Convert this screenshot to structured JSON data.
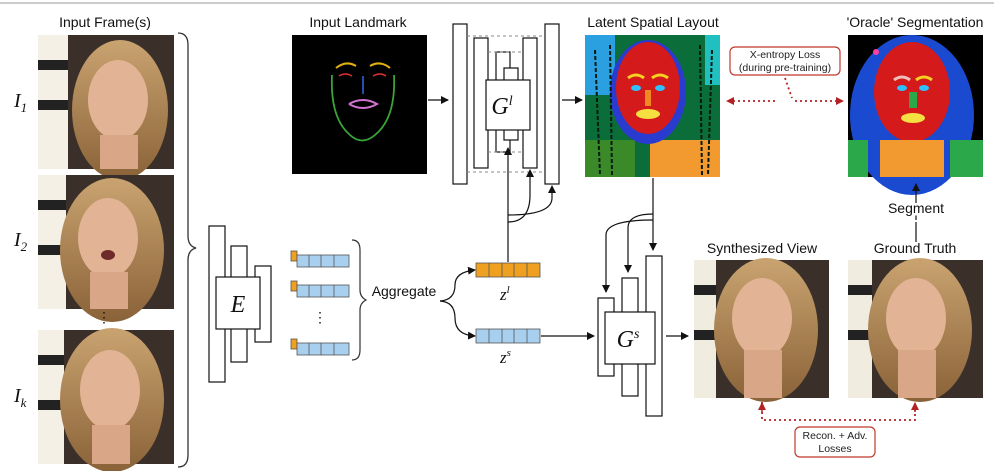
{
  "labels": {
    "input_frames": "Input Frame(s)",
    "input_landmark": "Input Landmark",
    "latent_layout": "Latent Spatial Layout",
    "oracle_seg": "'Oracle' Segmentation",
    "synth_view": "Synthesized View",
    "ground_truth": "Ground Truth",
    "aggregate": "Aggregate",
    "segment": "Segment",
    "dots": "⋮"
  },
  "frames": [
    {
      "sym": "I",
      "sub": "1"
    },
    {
      "sym": "I",
      "sub": "2"
    },
    {
      "sym": "I",
      "sub": "k"
    }
  ],
  "networks": {
    "encoder": "E",
    "layout_gen": {
      "sym": "G",
      "sup": "l"
    },
    "image_gen": {
      "sym": "G",
      "sup": "s"
    }
  },
  "codes": {
    "layout": {
      "sym": "z",
      "sup": "l"
    },
    "style": {
      "sym": "z",
      "sup": "s"
    }
  },
  "losses": {
    "xentropy_line1": "X-entropy Loss",
    "xentropy_line2": "(during pre-training)",
    "recon_line1": "Recon. + Adv.",
    "recon_line2": "Losses"
  },
  "colors": {
    "layout_code": "#f0a020",
    "style_code": "#a9cfee",
    "loss_arrow": "#b22222",
    "loss_box_border": "#c0392b"
  }
}
